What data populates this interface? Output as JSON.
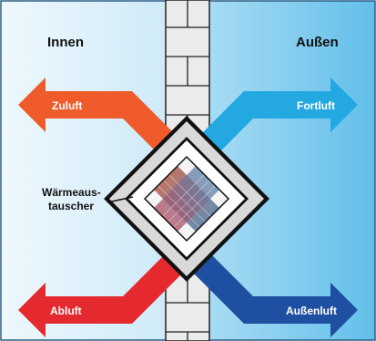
{
  "labels": {
    "inside": "Innen",
    "outside": "Außen",
    "heat_exchanger": [
      "Wärmeaus-",
      "tauscher"
    ],
    "supply_air": "Zuluft",
    "exhaust_air": "Fortluft",
    "extract_air": "Abluft",
    "outdoor_air": "Außenluft"
  },
  "colors": {
    "inside_bg": "#d7eef9",
    "outside_bg": "#7fcbef",
    "wall": "#e9e9e9",
    "supply_air": "#ef5b2a",
    "exhaust_air": "#23a8e2",
    "extract_air": "#e52a2f",
    "outdoor_air": "#1f4fa0"
  }
}
